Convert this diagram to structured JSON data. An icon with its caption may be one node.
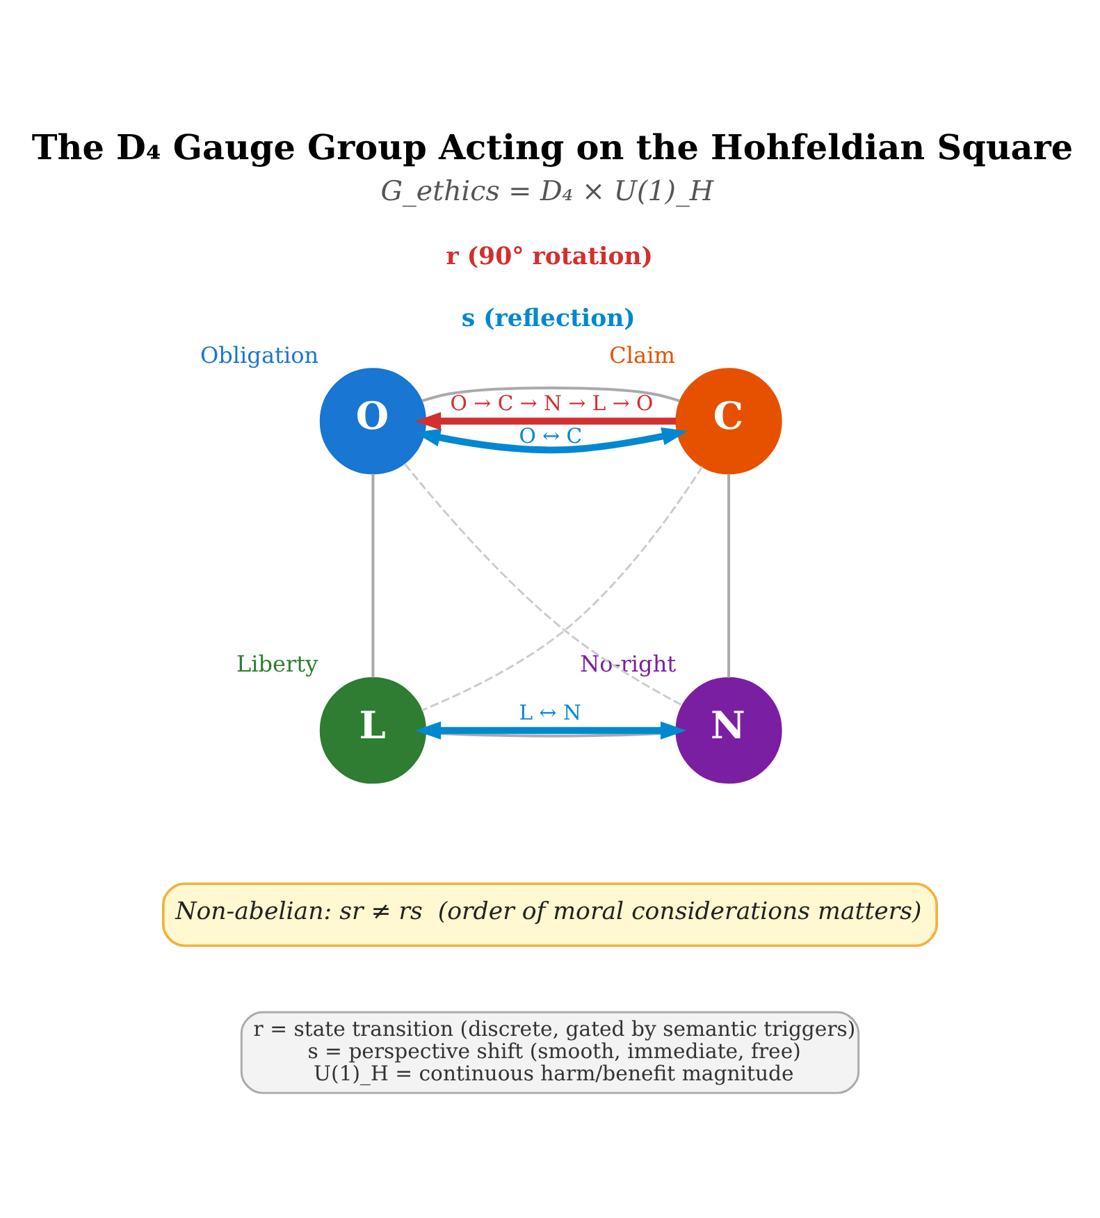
{
  "diagram": {
    "title": "The D₄ Gauge Group Acting on the Hohfeldian Square",
    "nodes": [
      {
        "text": [
          "O"
        ],
        "beside": [
          "Obligation"
        ]
      },
      {
        "text": [
          "C"
        ],
        "beside": [
          "Claim"
        ]
      },
      {
        "text": [
          "L"
        ],
        "beside": [
          "Liberty"
        ]
      },
      {
        "text": [
          "N"
        ],
        "beside": [
          "No-right"
        ]
      },
      {
        "text": [
          "Non-abelian: sr ≠ rs  (order of moral considerations matters)"
        ]
      },
      {
        "text": [
          "r = state transition (discrete, gated by semantic triggers)",
          "s = perspective shift (smooth, immediate, free)",
          "U(1)_H = continuous harm/benefit magnitude"
        ]
      }
    ],
    "edges": [
      {
        "from": 0,
        "to": 1,
        "arrow": "none"
      },
      {
        "from": 2,
        "to": 3,
        "arrow": "none"
      },
      {
        "from": 0,
        "to": 2,
        "arrow": "none"
      },
      {
        "from": 1,
        "to": 3,
        "arrow": "none"
      },
      {
        "from": 0,
        "to": 3,
        "arrow": "none",
        "style": "dashed",
        "color": "#cccccc"
      },
      {
        "from": 1,
        "to": 2,
        "arrow": "none",
        "style": "dashed",
        "color": "#cccccc"
      },
      {
        "from": 1,
        "to": 0,
        "arrow": "to",
        "label": "O → C → N → L → O",
        "style": "thick",
        "color": "#d32f2f"
      },
      {
        "from": 0,
        "to": 1,
        "arrow": "both",
        "label": "O ↔ C",
        "style": "thick",
        "color": "#0288d1"
      },
      {
        "from": 2,
        "to": 3,
        "arrow": "both",
        "label": "L ↔ N",
        "style": "thick",
        "color": "#0288d1"
      }
    ],
    "labels": [
      "G_ethics = D₄ × U(1)_H",
      "r (90° rotation)",
      "s (reflection)"
    ]
  }
}
